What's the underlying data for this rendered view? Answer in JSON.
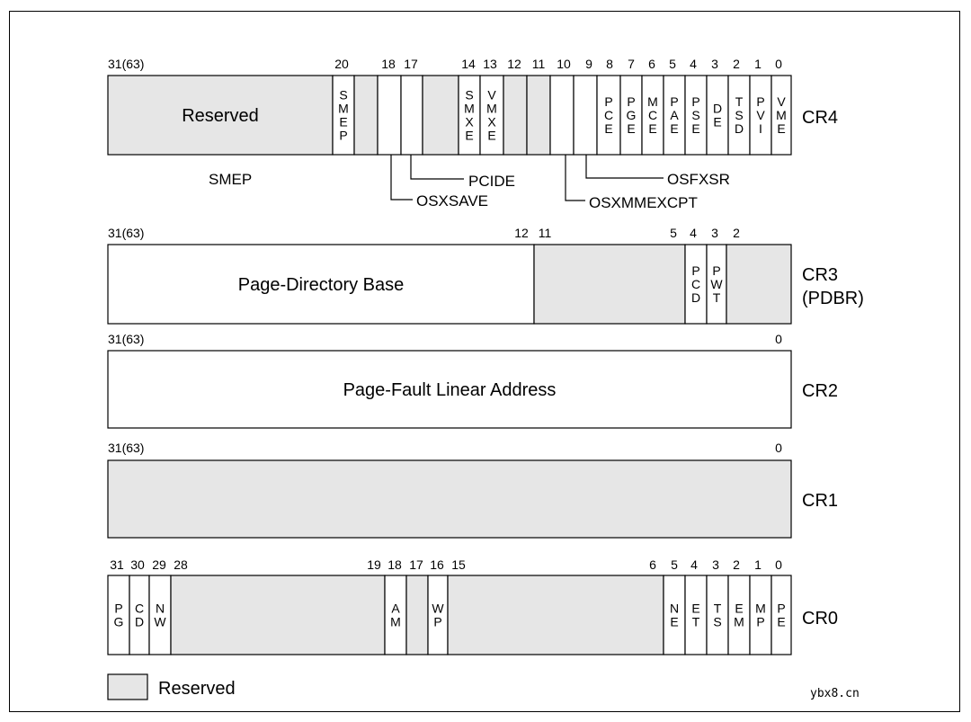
{
  "colors": {
    "reserved": "#e6e6e6",
    "field": "#ffffff",
    "stroke": "#000000"
  },
  "registers": [
    {
      "name": "CR4",
      "bits": [
        "31(63)",
        "20",
        "18",
        "17",
        "14",
        "13",
        "12",
        "11",
        "10",
        "9",
        "8",
        "7",
        "6",
        "5",
        "4",
        "3",
        "2",
        "1",
        "0"
      ],
      "fields": [
        {
          "label": "Reserved",
          "reserved": true
        },
        {
          "label": "SMEP",
          "reserved": false
        },
        {
          "label": "",
          "reserved": true
        },
        {
          "label": "",
          "reserved": false
        },
        {
          "label": "",
          "reserved": false
        },
        {
          "label": "",
          "reserved": true
        },
        {
          "label": "SMXE",
          "reserved": false
        },
        {
          "label": "VMXE",
          "reserved": false
        },
        {
          "label": "",
          "reserved": true
        },
        {
          "label": "",
          "reserved": true
        },
        {
          "label": "",
          "reserved": false
        },
        {
          "label": "",
          "reserved": false
        },
        {
          "label": "PCE",
          "reserved": false
        },
        {
          "label": "PGE",
          "reserved": false
        },
        {
          "label": "MCE",
          "reserved": false
        },
        {
          "label": "PAE",
          "reserved": false
        },
        {
          "label": "PSE",
          "reserved": false
        },
        {
          "label": "DE",
          "reserved": false
        },
        {
          "label": "TSD",
          "reserved": false
        },
        {
          "label": "PVI",
          "reserved": false
        },
        {
          "label": "VME",
          "reserved": false
        }
      ],
      "annotations": [
        "SMEP",
        "PCIDE",
        "OSXSAVE",
        "OSFXSR",
        "OSXMMEXCPT"
      ]
    },
    {
      "name": "CR3",
      "name2": "(PDBR)",
      "bits": [
        "31(63)",
        "12",
        "11",
        "5",
        "4",
        "3",
        "2"
      ],
      "fields": [
        {
          "label": "Page-Directory Base",
          "reserved": false
        },
        {
          "label": "",
          "reserved": true
        },
        {
          "label": "PCD",
          "reserved": false
        },
        {
          "label": "PWT",
          "reserved": false
        },
        {
          "label": "",
          "reserved": true
        }
      ]
    },
    {
      "name": "CR2",
      "bits": [
        "31(63)",
        "0"
      ],
      "fields": [
        {
          "label": "Page-Fault Linear Address",
          "reserved": false
        }
      ]
    },
    {
      "name": "CR1",
      "bits": [
        "31(63)",
        "0"
      ],
      "fields": [
        {
          "label": "",
          "reserved": true
        }
      ]
    },
    {
      "name": "CR0",
      "bits": [
        "31",
        "30",
        "29",
        "28",
        "19",
        "18",
        "17",
        "16",
        "15",
        "6",
        "5",
        "4",
        "3",
        "2",
        "1",
        "0"
      ],
      "fields": [
        {
          "label": "PG",
          "reserved": false
        },
        {
          "label": "CD",
          "reserved": false
        },
        {
          "label": "NW",
          "reserved": false
        },
        {
          "label": "",
          "reserved": true
        },
        {
          "label": "AM",
          "reserved": false
        },
        {
          "label": "",
          "reserved": true
        },
        {
          "label": "WP",
          "reserved": false
        },
        {
          "label": "",
          "reserved": true
        },
        {
          "label": "NE",
          "reserved": false
        },
        {
          "label": "ET",
          "reserved": false
        },
        {
          "label": "TS",
          "reserved": false
        },
        {
          "label": "EM",
          "reserved": false
        },
        {
          "label": "MP",
          "reserved": false
        },
        {
          "label": "PE",
          "reserved": false
        }
      ]
    }
  ],
  "legend": {
    "label": "Reserved"
  },
  "watermark": "ybx8.cn"
}
